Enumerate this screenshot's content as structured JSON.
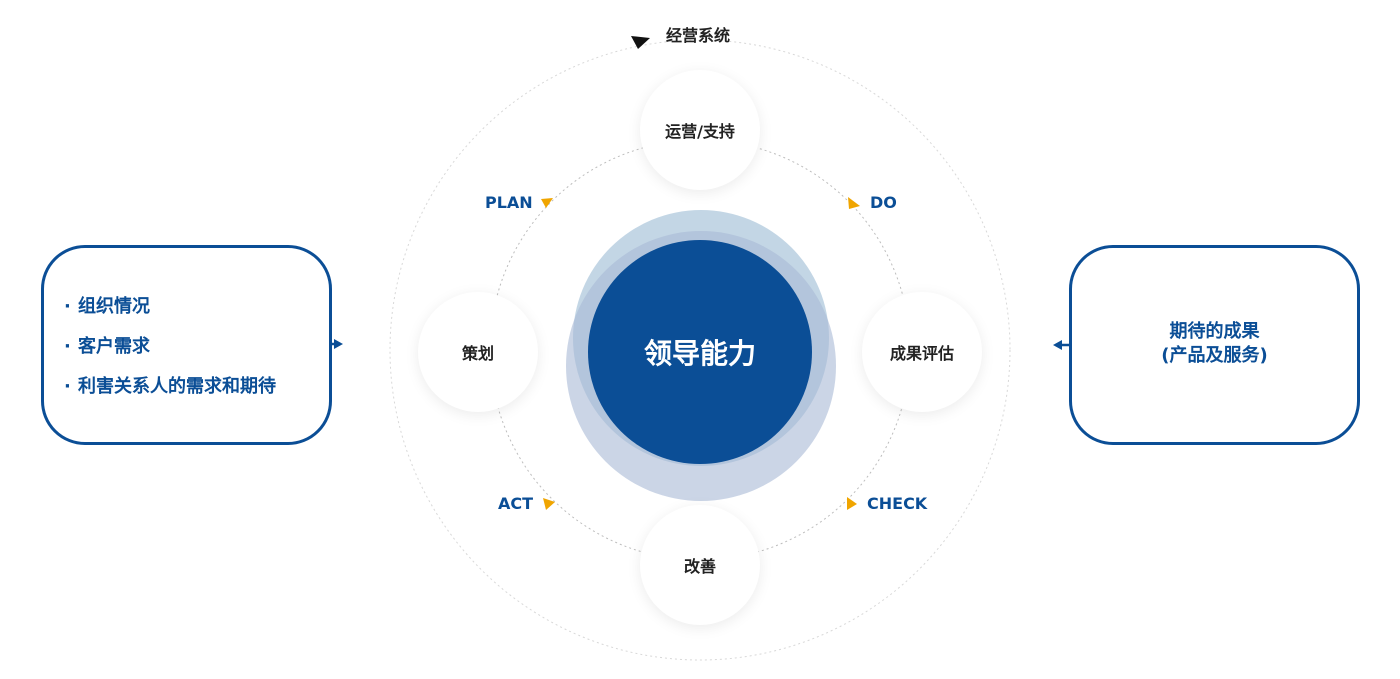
{
  "diagram": {
    "system_label": "经营系统",
    "center_label": "领导能力",
    "nodes": {
      "top": "运营/支持",
      "left": "策划",
      "right": "成果评估",
      "bottom": "改善"
    },
    "phases": {
      "plan": "PLAN",
      "do": "DO",
      "check": "CHECK",
      "act": "ACT"
    },
    "input": {
      "bullet": "·",
      "items": [
        "组织情况",
        "客户需求",
        "利害关系人的需求和期待"
      ]
    },
    "output": {
      "line1": "期待的成果",
      "line2": "(产品及服务)"
    },
    "colors": {
      "primary": "#0b4e96",
      "accent_arrow": "#f0a500",
      "halo_top": "#b9cfe0",
      "halo_bottom": "#a9b9d6"
    },
    "icons": {
      "cycle_arrow": "triangle-arrow-icon",
      "input_arrow": "right-arrow-icon",
      "output_arrow": "double-arrow-icon"
    }
  }
}
